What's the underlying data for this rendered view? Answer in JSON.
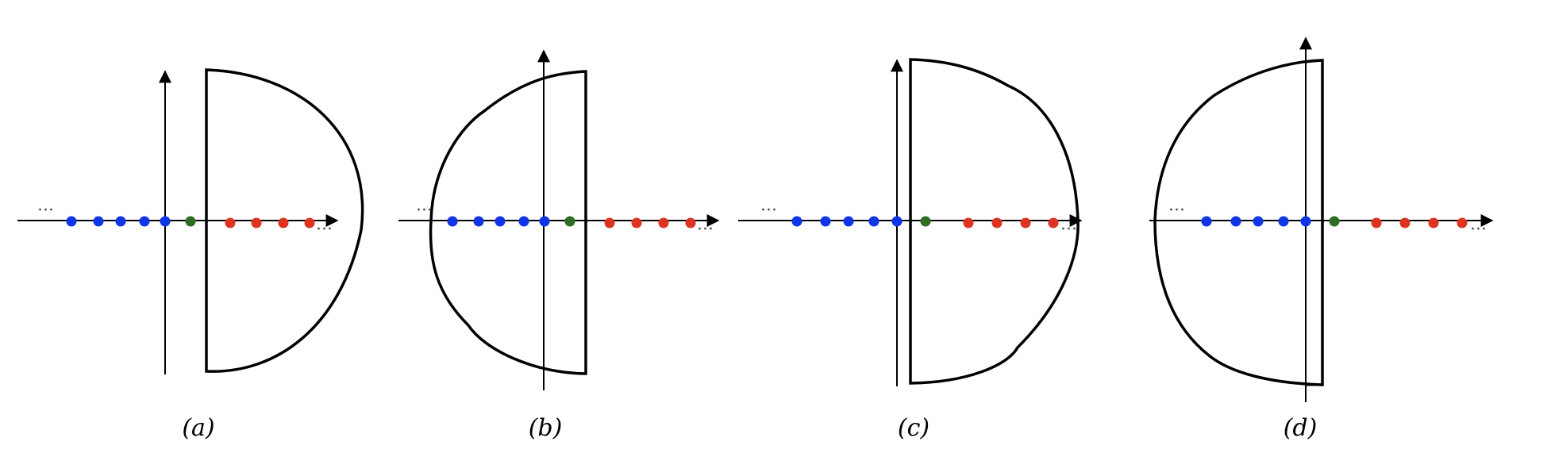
{
  "colors": {
    "negative": "#1035e6",
    "zero": "#2d6e22",
    "positive": "#dd3322",
    "ellipsis": "#555555",
    "stroke": "#000000"
  },
  "panels": [
    {
      "label": "(a)",
      "ellipsis": "···",
      "negative_points": 5,
      "zero_points": 1,
      "positive_points": 4,
      "contour": "right-half-disk-right-of-axis"
    },
    {
      "label": "(b)",
      "ellipsis": "···",
      "negative_points": 5,
      "zero_points": 1,
      "positive_points": 4,
      "contour": "left-half-disk-across-axis"
    },
    {
      "label": "(c)",
      "ellipsis": "···",
      "negative_points": 5,
      "zero_points": 1,
      "positive_points": 4,
      "contour": "right-half-disk-adjacent-axis"
    },
    {
      "label": "(d)",
      "ellipsis": "···",
      "negative_points": 5,
      "zero_points": 1,
      "positive_points": 4,
      "contour": "left-half-disk-near-axis"
    }
  ]
}
